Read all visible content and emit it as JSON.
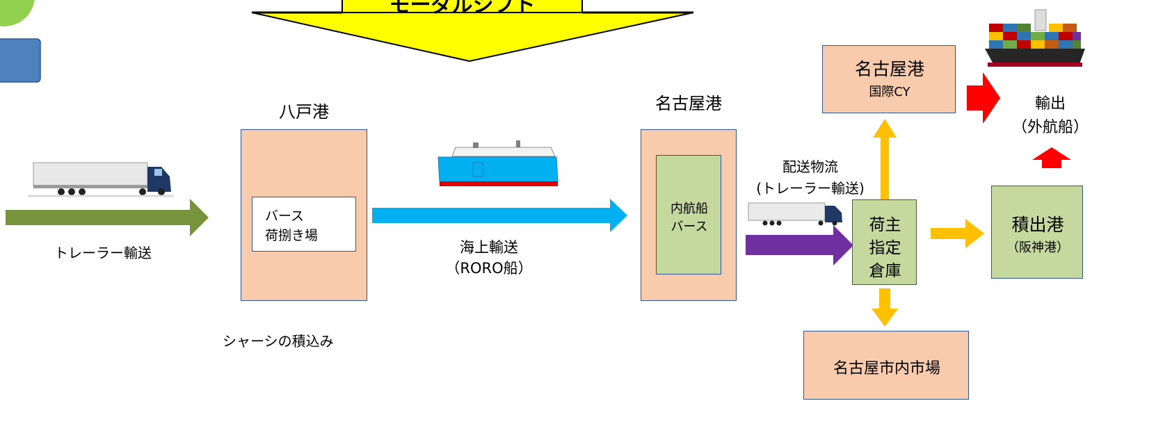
{
  "banner": {
    "text": "モーダルシフト"
  },
  "left": {
    "label": "トレーラー輸送"
  },
  "hachinohe": {
    "title": "八戸港",
    "inner_line1": "バース",
    "inner_line2": "荷捌き場",
    "caption": "シャーシの積込み"
  },
  "sea": {
    "line1": "海上輸送",
    "line2": "（RORO船）"
  },
  "nagoya": {
    "title": "名古屋港",
    "inner_line1": "内航船",
    "inner_line2": "バース"
  },
  "delivery": {
    "line1": "配送物流",
    "line2": "(トレーラー輸送)"
  },
  "warehouse": {
    "line1": "荷主",
    "line2": "指定",
    "line3": "倉庫"
  },
  "cy": {
    "line1": "名古屋港",
    "line2": "国際CY"
  },
  "export": {
    "line1": "輸出",
    "line2": "（外航船）"
  },
  "loading_port": {
    "line1": "積出港",
    "line2": "（阪神港）"
  },
  "market": {
    "label": "名古屋市内市場"
  },
  "colors": {
    "peach": "#F8CBAD",
    "green_box": "#C5D89E",
    "olive_arrow": "#77933C",
    "cyan_arrow": "#00B0F0",
    "purple_arrow": "#7030A0",
    "gold_arrow": "#FFC000",
    "red_arrow": "#FF0000",
    "banner_yellow": "#FFFF00"
  },
  "icons": [
    "truck-icon",
    "roro-ship-icon",
    "container-ship-icon"
  ]
}
